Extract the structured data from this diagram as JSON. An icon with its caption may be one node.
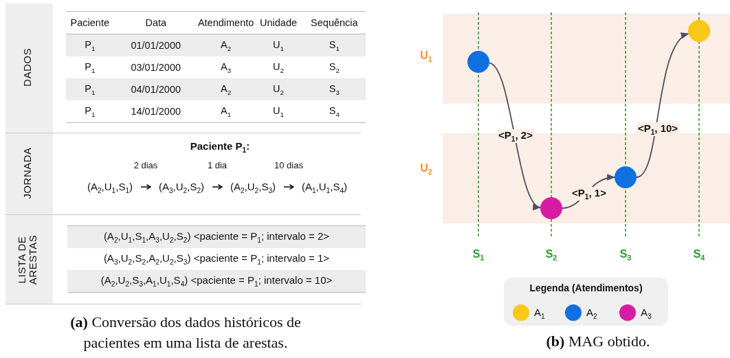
{
  "diagram": {
    "nodes": [
      {
        "text": [
          "(A$_{2}$,U$_{1}$,S$_{1}$)"
        ]
      },
      {
        "text": [
          "(A$_{3}$,U$_{2}$,S$_{2}$)"
        ]
      },
      {
        "text": [
          "(A$_{2}$,U$_{2}$,S$_{3}$)"
        ]
      },
      {
        "text": [
          "(A$_{1}$,U$_{1}$,S$_{4}$)"
        ]
      },
      {
        "text": [],
        "shape": "circle"
      },
      {
        "text": [],
        "shape": "circle"
      },
      {
        "text": [],
        "shape": "circle"
      },
      {
        "text": [],
        "shape": "circle"
      }
    ],
    "edges": [
      {
        "from": 0,
        "to": 1,
        "arrow": "to",
        "label": "2 dias"
      },
      {
        "from": 1,
        "to": 2,
        "arrow": "to",
        "label": "1 dia"
      },
      {
        "from": 2,
        "to": 3,
        "arrow": "to",
        "label": "10 dias"
      },
      {
        "from": 4,
        "to": 5,
        "arrow": "to",
        "label": "<P$_{1}$, 2>",
        "color": "#4a5060"
      },
      {
        "from": 5,
        "to": 6,
        "arrow": "to",
        "label": "<P$_{1}$, 1>",
        "color": "#4a5060"
      },
      {
        "from": 6,
        "to": 7,
        "arrow": "to",
        "label": "<P$_{1}$, 10>",
        "color": "#4a5060"
      }
    ],
    "labels": [
      "DADOS",
      "Paciente",
      "Data",
      "Atendimento",
      "Unidade",
      "Sequência",
      "P$_{1}$",
      "01/01/2000",
      "A$_{2}$",
      "U$_{1}$",
      "S$_{1}$",
      "P$_{1}$",
      "03/01/2000",
      "A$_{3}$",
      "U$_{2}$",
      "S$_{2}$",
      "P$_{1}$",
      "04/01/2000",
      "A$_{2}$",
      "U$_{2}$",
      "S$_{3}$",
      "P$_{1}$",
      "14/01/2000",
      "A$_{1}$",
      "U$_{1}$",
      "S$_{4}$",
      "JORNADA",
      "Paciente P$_{1}$:",
      "LISTA DE ARESTAS",
      "(A$_{2}$,U$_{1}$,S$_{1}$,A$_{3}$,U$_{2}$,S$_{2}$) <paciente = P$_{1}$; intervalo = 2>",
      "(A$_{3}$,U$_{2}$,S$_{2}$,A$_{2}$,U$_{2}$,S$_{3}$) <paciente = P$_{1}$; intervalo = 1>",
      "(A$_{2}$,U$_{2}$,S$_{3}$,A$_{1}$,U$_{1}$,S$_{4}$) <paciente = P$_{1}$; intervalo = 10>",
      "**(a)** Conversão dos dados históricos de pacientes em uma lista de arestas.",
      "U$_{1}$",
      "U$_{2}$",
      "S$_{1}$",
      "S$_{2}$",
      "S$_{3}$",
      "S$_{4}$",
      "Legenda (Atendimentos)",
      "**(b)** MAG obtido."
    ],
    "legend": [
      {
        "text": "A$_{1}$",
        "color": "#f9c818"
      },
      {
        "text": "A$_{2}$",
        "color": "#1070e0"
      },
      {
        "text": "A$_{3}$",
        "color": "#d81ba3"
      }
    ]
  }
}
